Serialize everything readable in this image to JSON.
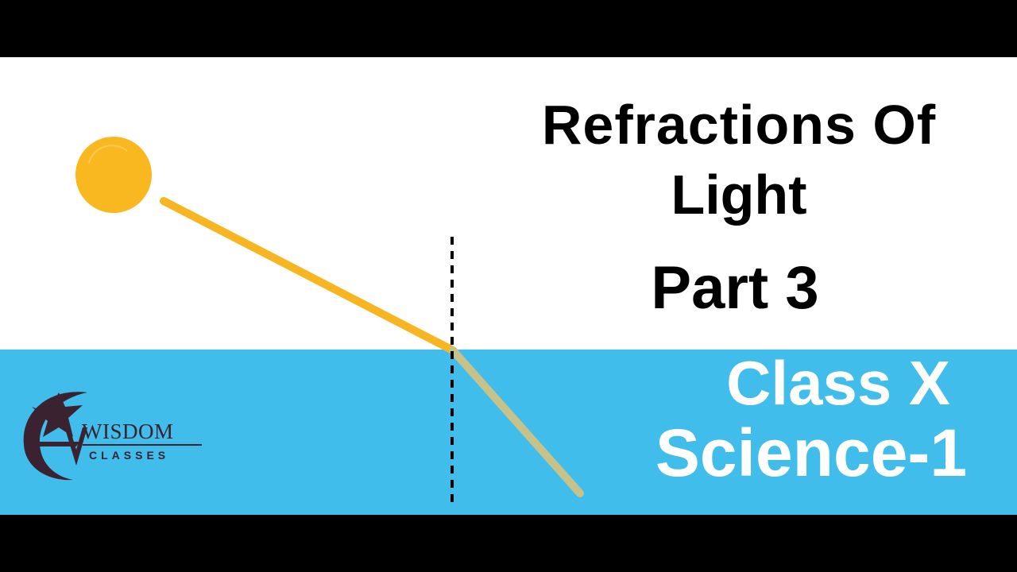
{
  "thumbnail": {
    "title_line_1": "Refractions Of",
    "title_line_2": "Light",
    "part_label": "Part 3",
    "class_label": "Class X",
    "subject_label": "Science-1"
  },
  "logo": {
    "name": "WISDOM",
    "subtitle": "CLASSES"
  },
  "colors": {
    "sky": "#ffffff",
    "water": "#40bdea",
    "sun": "#f9b81f",
    "incident_ray": "#f7b521",
    "refracted_ray": "#c7c18a",
    "normal_line": "#000000",
    "letterbox": "#000000",
    "logo": "#3a2230"
  },
  "icons": {
    "sun": "sun-icon",
    "logo_star": "star-swoosh-icon"
  }
}
